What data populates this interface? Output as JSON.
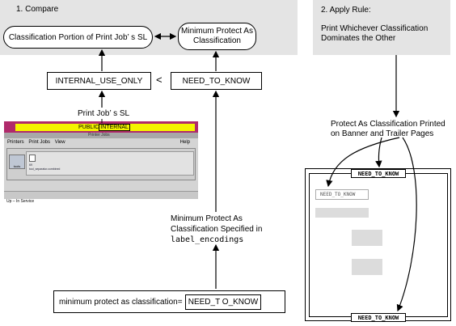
{
  "compare": {
    "step_label": "1. Compare",
    "classification_portion": "Classification Portion of Print Job’ s SL",
    "min_protect_line1": "Minimum Protect As",
    "min_protect_line2": "Classification",
    "left_sl": "INTERNAL_USE_ONLY",
    "operator": "<",
    "right_sl": "NEED_TO_KNOW"
  },
  "print_job": {
    "sl_label": "Print Job’ s SL",
    "banner_public": "PUBLIC",
    "banner_internal": "INTERNAL",
    "window_name": "Printer Jobs",
    "menus": [
      "Printers",
      "Print Jobs",
      "View",
      "Help"
    ],
    "printer_name": "tools",
    "job_line1": "69",
    "job_line2": "tool_separator.combined",
    "status": "Up – In Service"
  },
  "encodings": {
    "line1": "Minimum Protect As",
    "line2": "Classification Specified in",
    "filename": "label_encodings",
    "entry_label": "minimum protect as classification=",
    "entry_value": "NEED_T O_KNOW"
  },
  "apply": {
    "step_label": "2.  Apply Rule:",
    "rule_line1": "Print Whichever Classification",
    "rule_line2": "Dominates the Other",
    "banner_note_line1": "Protect As Classification Printed",
    "banner_note_line2": "on Banner and Trailer Pages",
    "page_banner_top": "NEED_TO_KNOW",
    "page_banner_bottom": "NEED_TO_KNOW",
    "page_body_label": "NEED_TO_KNOW"
  }
}
